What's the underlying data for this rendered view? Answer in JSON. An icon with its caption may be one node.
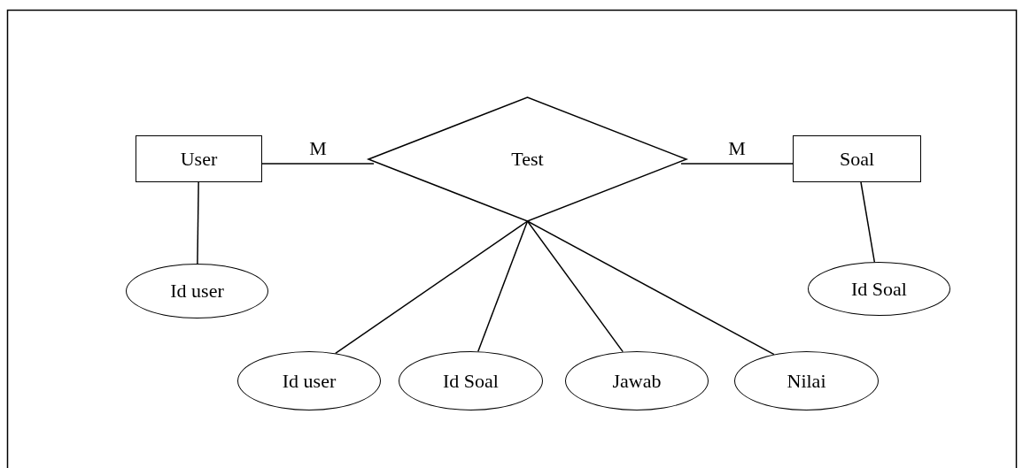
{
  "diagram": {
    "nodes": [
      {
        "text": [
          "User"
        ]
      },
      {
        "text": [
          "Test"
        ]
      },
      {
        "text": [
          "Soal"
        ]
      },
      {
        "text": [
          "Id user"
        ]
      },
      {
        "text": [
          "Id Soal"
        ]
      },
      {
        "text": [
          "Id user"
        ]
      },
      {
        "text": [
          "Id Soal"
        ]
      },
      {
        "text": [
          "Jawab"
        ]
      },
      {
        "text": [
          "Nilai"
        ]
      }
    ],
    "edges": [
      {
        "from": 0,
        "to": 1,
        "arrow": "none",
        "label": "M"
      },
      {
        "from": 1,
        "to": 2,
        "arrow": "none",
        "label": "M"
      },
      {
        "from": 0,
        "to": 3,
        "arrow": "none"
      },
      {
        "from": 2,
        "to": 4,
        "arrow": "none"
      },
      {
        "from": 1,
        "to": 5,
        "arrow": "none"
      },
      {
        "from": 1,
        "to": 6,
        "arrow": "none"
      },
      {
        "from": 1,
        "to": 7,
        "arrow": "none"
      },
      {
        "from": 1,
        "to": 8,
        "arrow": "none"
      }
    ]
  }
}
